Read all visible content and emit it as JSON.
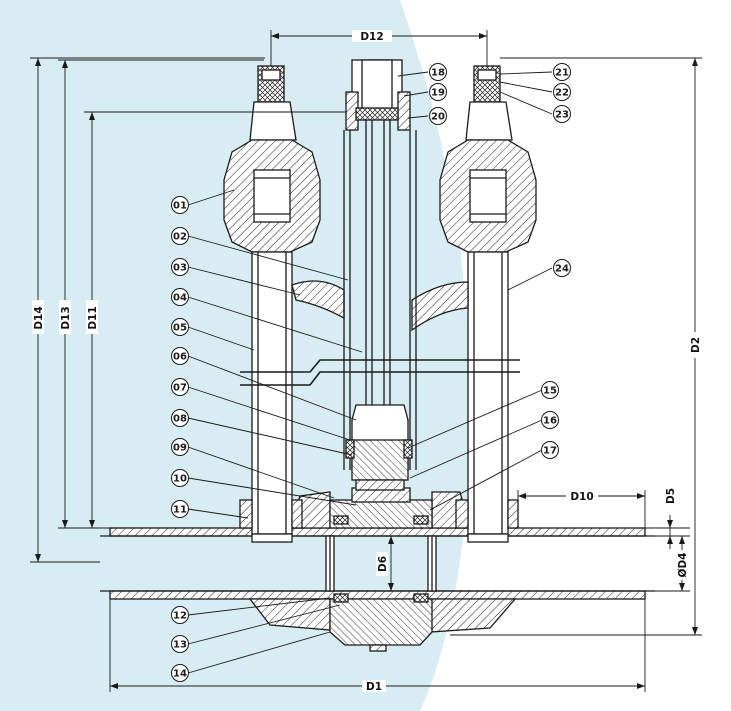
{
  "colors": {
    "background": "#ffffff",
    "accent_band": "#d8ecf3",
    "ink": "#1a1a1a",
    "hatch": "#333333"
  },
  "part_labels": [
    "01",
    "02",
    "03",
    "04",
    "05",
    "06",
    "07",
    "08",
    "09",
    "10",
    "11",
    "12",
    "13",
    "14",
    "15",
    "16",
    "17",
    "18",
    "19",
    "20",
    "21",
    "22",
    "23",
    "24"
  ],
  "dimensions": {
    "d1": "D1",
    "d2": "D2",
    "d4": "ØD4",
    "d5": "D5",
    "d6": "D6",
    "d10": "D10",
    "d11": "D11",
    "d12": "D12",
    "d13": "D13",
    "d14": "D14"
  }
}
